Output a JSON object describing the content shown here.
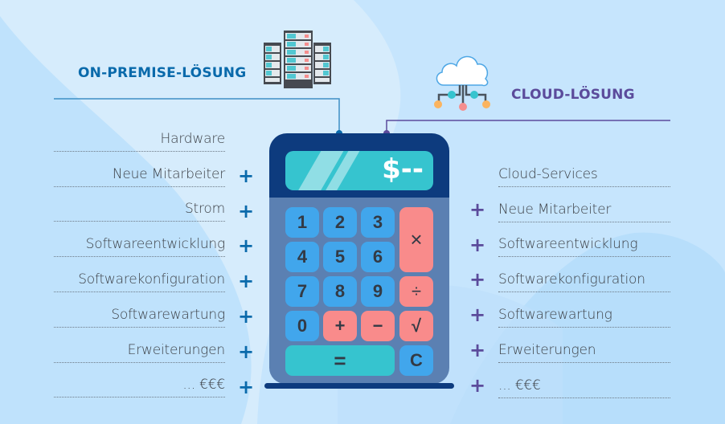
{
  "on_premise": {
    "title": "ON-PREMISE-LÖSUNG",
    "icon": "server-rack-icon",
    "color": "#0a6aab",
    "items": [
      {
        "label": "Hardware",
        "plus": ""
      },
      {
        "label": "Neue Mitarbeiter",
        "plus": "+"
      },
      {
        "label": "Strom",
        "plus": "+"
      },
      {
        "label": "Softwareentwicklung",
        "plus": "+"
      },
      {
        "label": "Softwarekonfiguration",
        "plus": "+"
      },
      {
        "label": "Softwarewartung",
        "plus": "+"
      },
      {
        "label": "Erweiterungen",
        "plus": "+"
      },
      {
        "label": "... €€€",
        "plus": "+"
      }
    ]
  },
  "cloud": {
    "title": "CLOUD-LÖSUNG",
    "icon": "cloud-network-icon",
    "color": "#5b4b9b",
    "items": [
      {
        "label": "Cloud-Services",
        "plus": ""
      },
      {
        "label": "Neue Mitarbeiter",
        "plus": "+"
      },
      {
        "label": "Softwareentwicklung",
        "plus": "+"
      },
      {
        "label": "Softwarekonfiguration",
        "plus": "+"
      },
      {
        "label": "Softwarewartung",
        "plus": "+"
      },
      {
        "label": "Erweiterungen",
        "plus": "+"
      },
      {
        "label": "... €€€",
        "plus": "+"
      }
    ]
  },
  "calculator": {
    "display": "$--",
    "keys": {
      "k1": "1",
      "k2": "2",
      "k3": "3",
      "mul": "×",
      "k4": "4",
      "k5": "5",
      "k6": "6",
      "k7": "7",
      "k8": "8",
      "k9": "9",
      "div": "÷",
      "k0": "0",
      "plus": "+",
      "minus": "−",
      "sqrt": "√",
      "eq": "=",
      "clear": "C"
    },
    "colors": {
      "frame": "#0d3b7e",
      "body": "#5b80b2",
      "number_key": "#41a6ec",
      "operator_key": "#f98b8b",
      "display": "#36c4cf"
    }
  }
}
